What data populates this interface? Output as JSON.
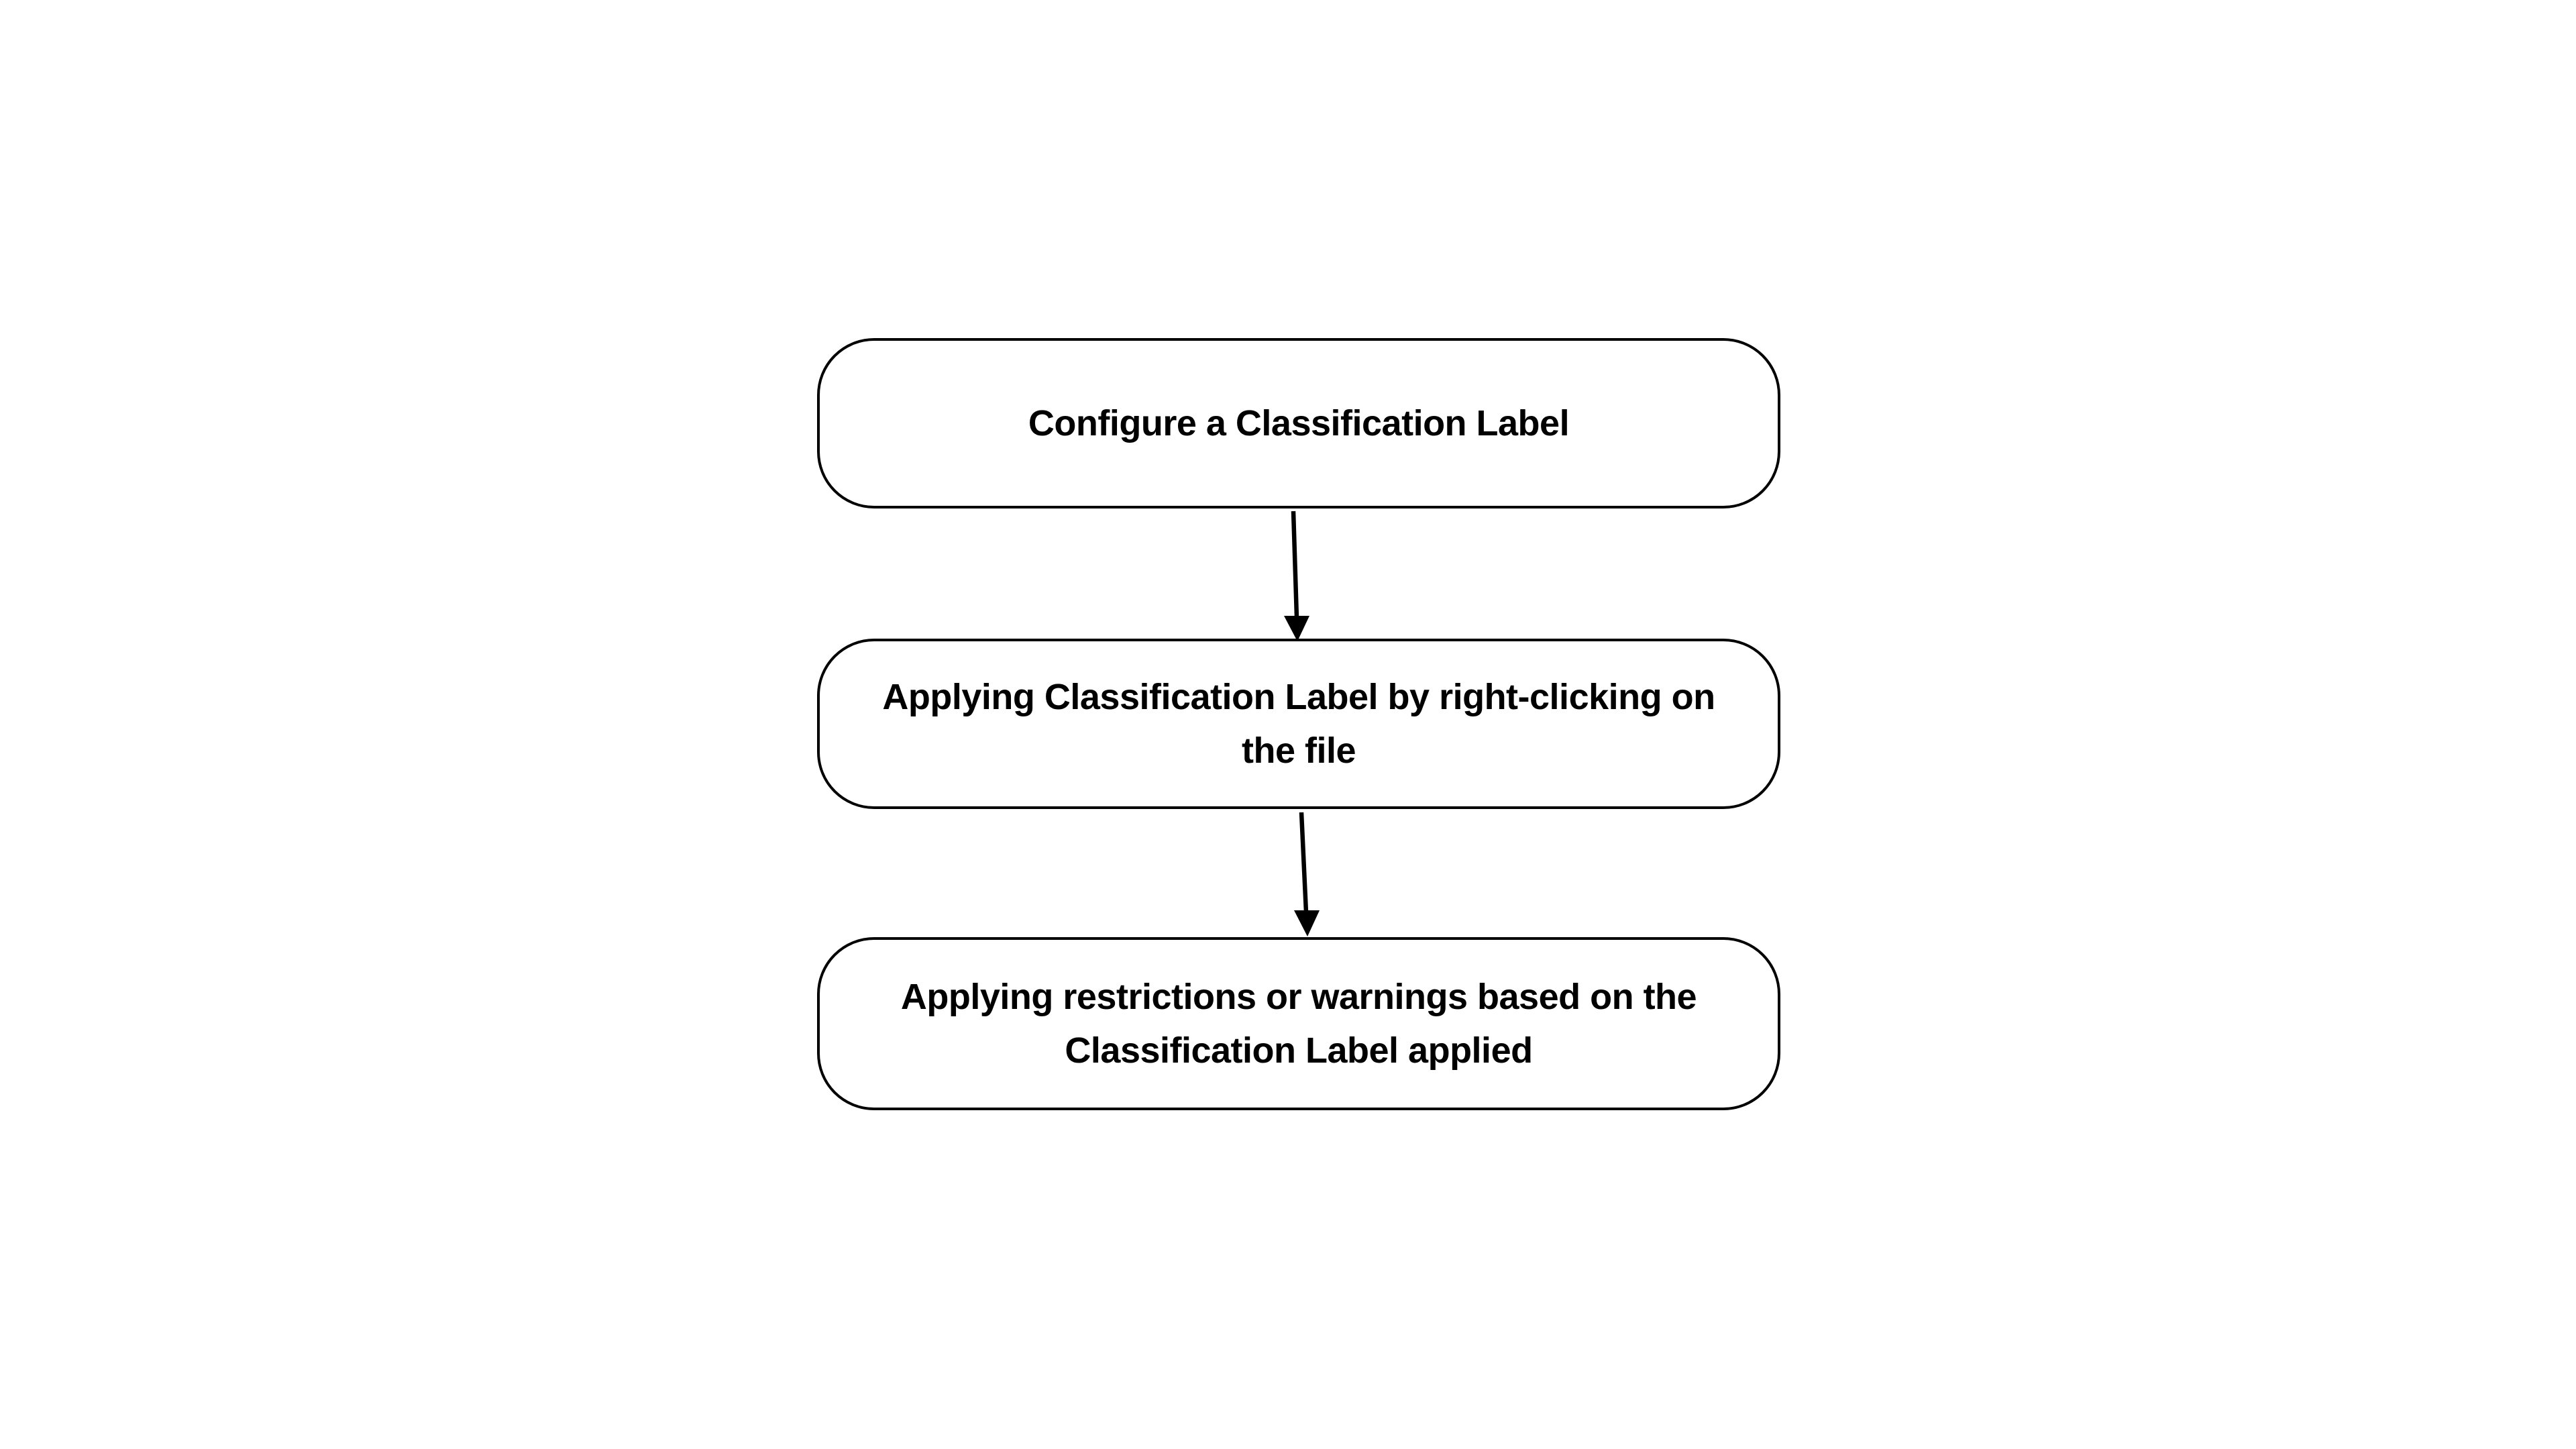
{
  "page": {
    "background_color": "#ffffff"
  },
  "diagram": {
    "type": "flowchart",
    "direction": "top-down",
    "stroke_color": "#000000",
    "node_fill_color": "#ffffff",
    "text_color": "#000000",
    "nodes": [
      {
        "id": "configure-classification-label",
        "label": "Configure a Classification Label",
        "lines": [
          "Configure a Classification Label"
        ]
      },
      {
        "id": "apply-classification-label",
        "label": "Applying Classification Label by right-clicking on the file",
        "lines": [
          "Applying Classification Label by right-clicking on",
          "the file"
        ]
      },
      {
        "id": "apply-restrictions-warnings",
        "label": "Applying restrictions or warnings based on the Classification Label applied",
        "lines": [
          "Applying restrictions or warnings based on the",
          "Classification Label applied"
        ]
      }
    ],
    "edges": [
      {
        "from": "configure-classification-label",
        "to": "apply-classification-label"
      },
      {
        "from": "apply-classification-label",
        "to": "apply-restrictions-warnings"
      }
    ]
  }
}
